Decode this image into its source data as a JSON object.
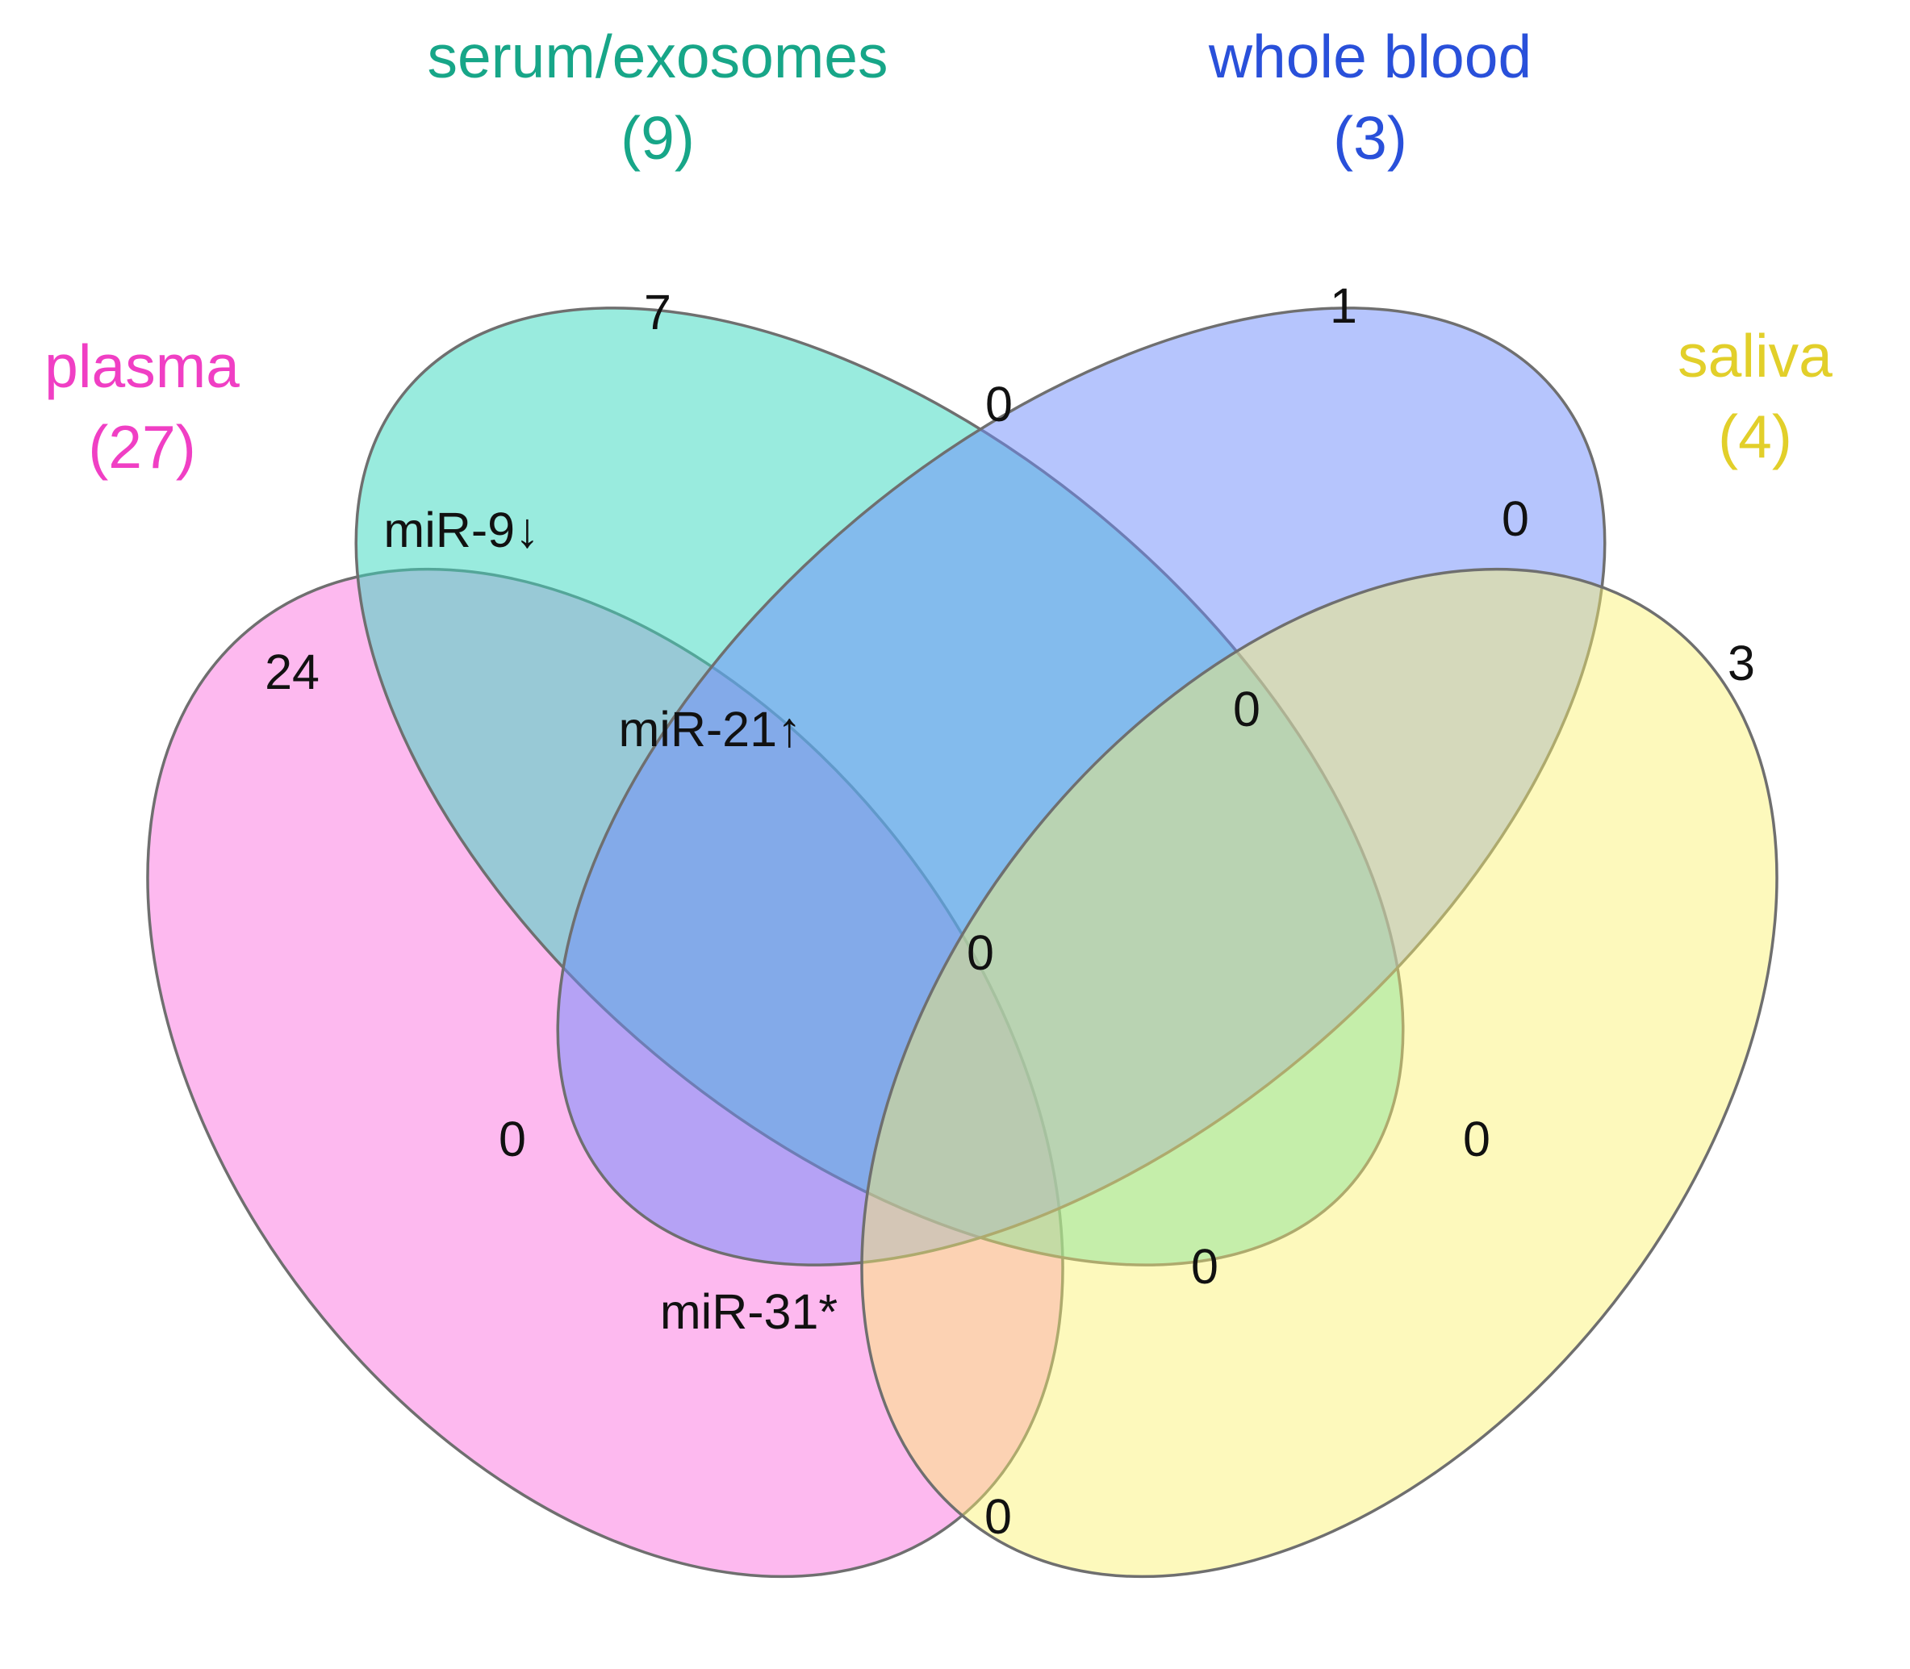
{
  "sets": [
    {
      "key": "plasma",
      "name": "plasma",
      "count": "(27)",
      "color": "#f03fc4",
      "fill": "#fb7fe2"
    },
    {
      "key": "serum",
      "name": "serum/exosomes",
      "count": "(9)",
      "color": "#17a688",
      "fill": "#3cd9c0"
    },
    {
      "key": "blood",
      "name": "whole blood",
      "count": "(3)",
      "color": "#2950da",
      "fill": "#6d8cfb"
    },
    {
      "key": "saliva",
      "name": "saliva",
      "count": "(4)",
      "color": "#e2cf2a",
      "fill": "#fbf26a"
    }
  ],
  "regions": {
    "plasma_only": "24",
    "serum_only": "7",
    "blood_only": "1",
    "saliva_only": "3",
    "serum_blood": "0",
    "plasma_serum": "miR-9↓",
    "plasma_serum_blood": "miR-21↑",
    "blood_saliva": "0",
    "serum_blood_saliva": "0",
    "all_four": "0",
    "plasma_blood": "0",
    "serum_saliva": "0",
    "plasma_serum_saliva": "miR-31*",
    "plasma_blood_saliva": "0",
    "plasma_saliva": "0"
  }
}
